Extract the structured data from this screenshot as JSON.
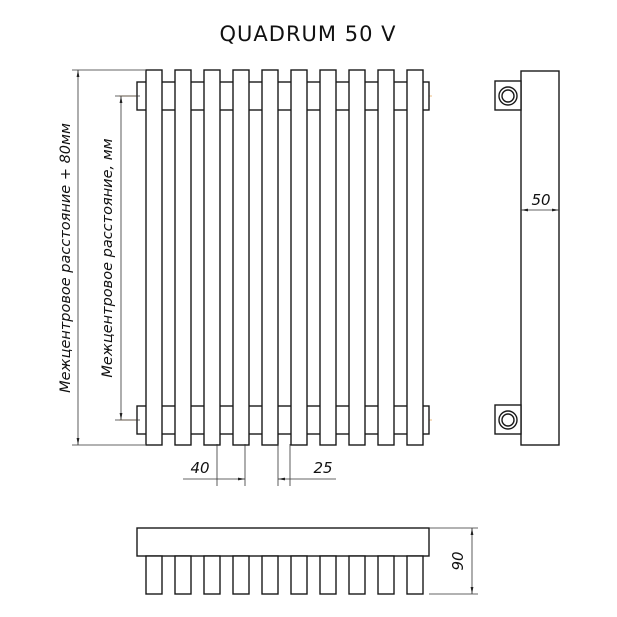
{
  "title": "QUADRUM 50 V",
  "labels": {
    "outer_height": "Межцентровое расстояние + 80мм",
    "center_distance": "Межцентровое расстояние, мм",
    "tube_pitch": "40",
    "tube_gap": "25",
    "side_depth": "50",
    "top_depth": "90"
  },
  "colors": {
    "line": "#1a1a1a",
    "guide": "#e8a85a",
    "background": "#ffffff"
  },
  "drawing": {
    "tube_count": 10
  }
}
